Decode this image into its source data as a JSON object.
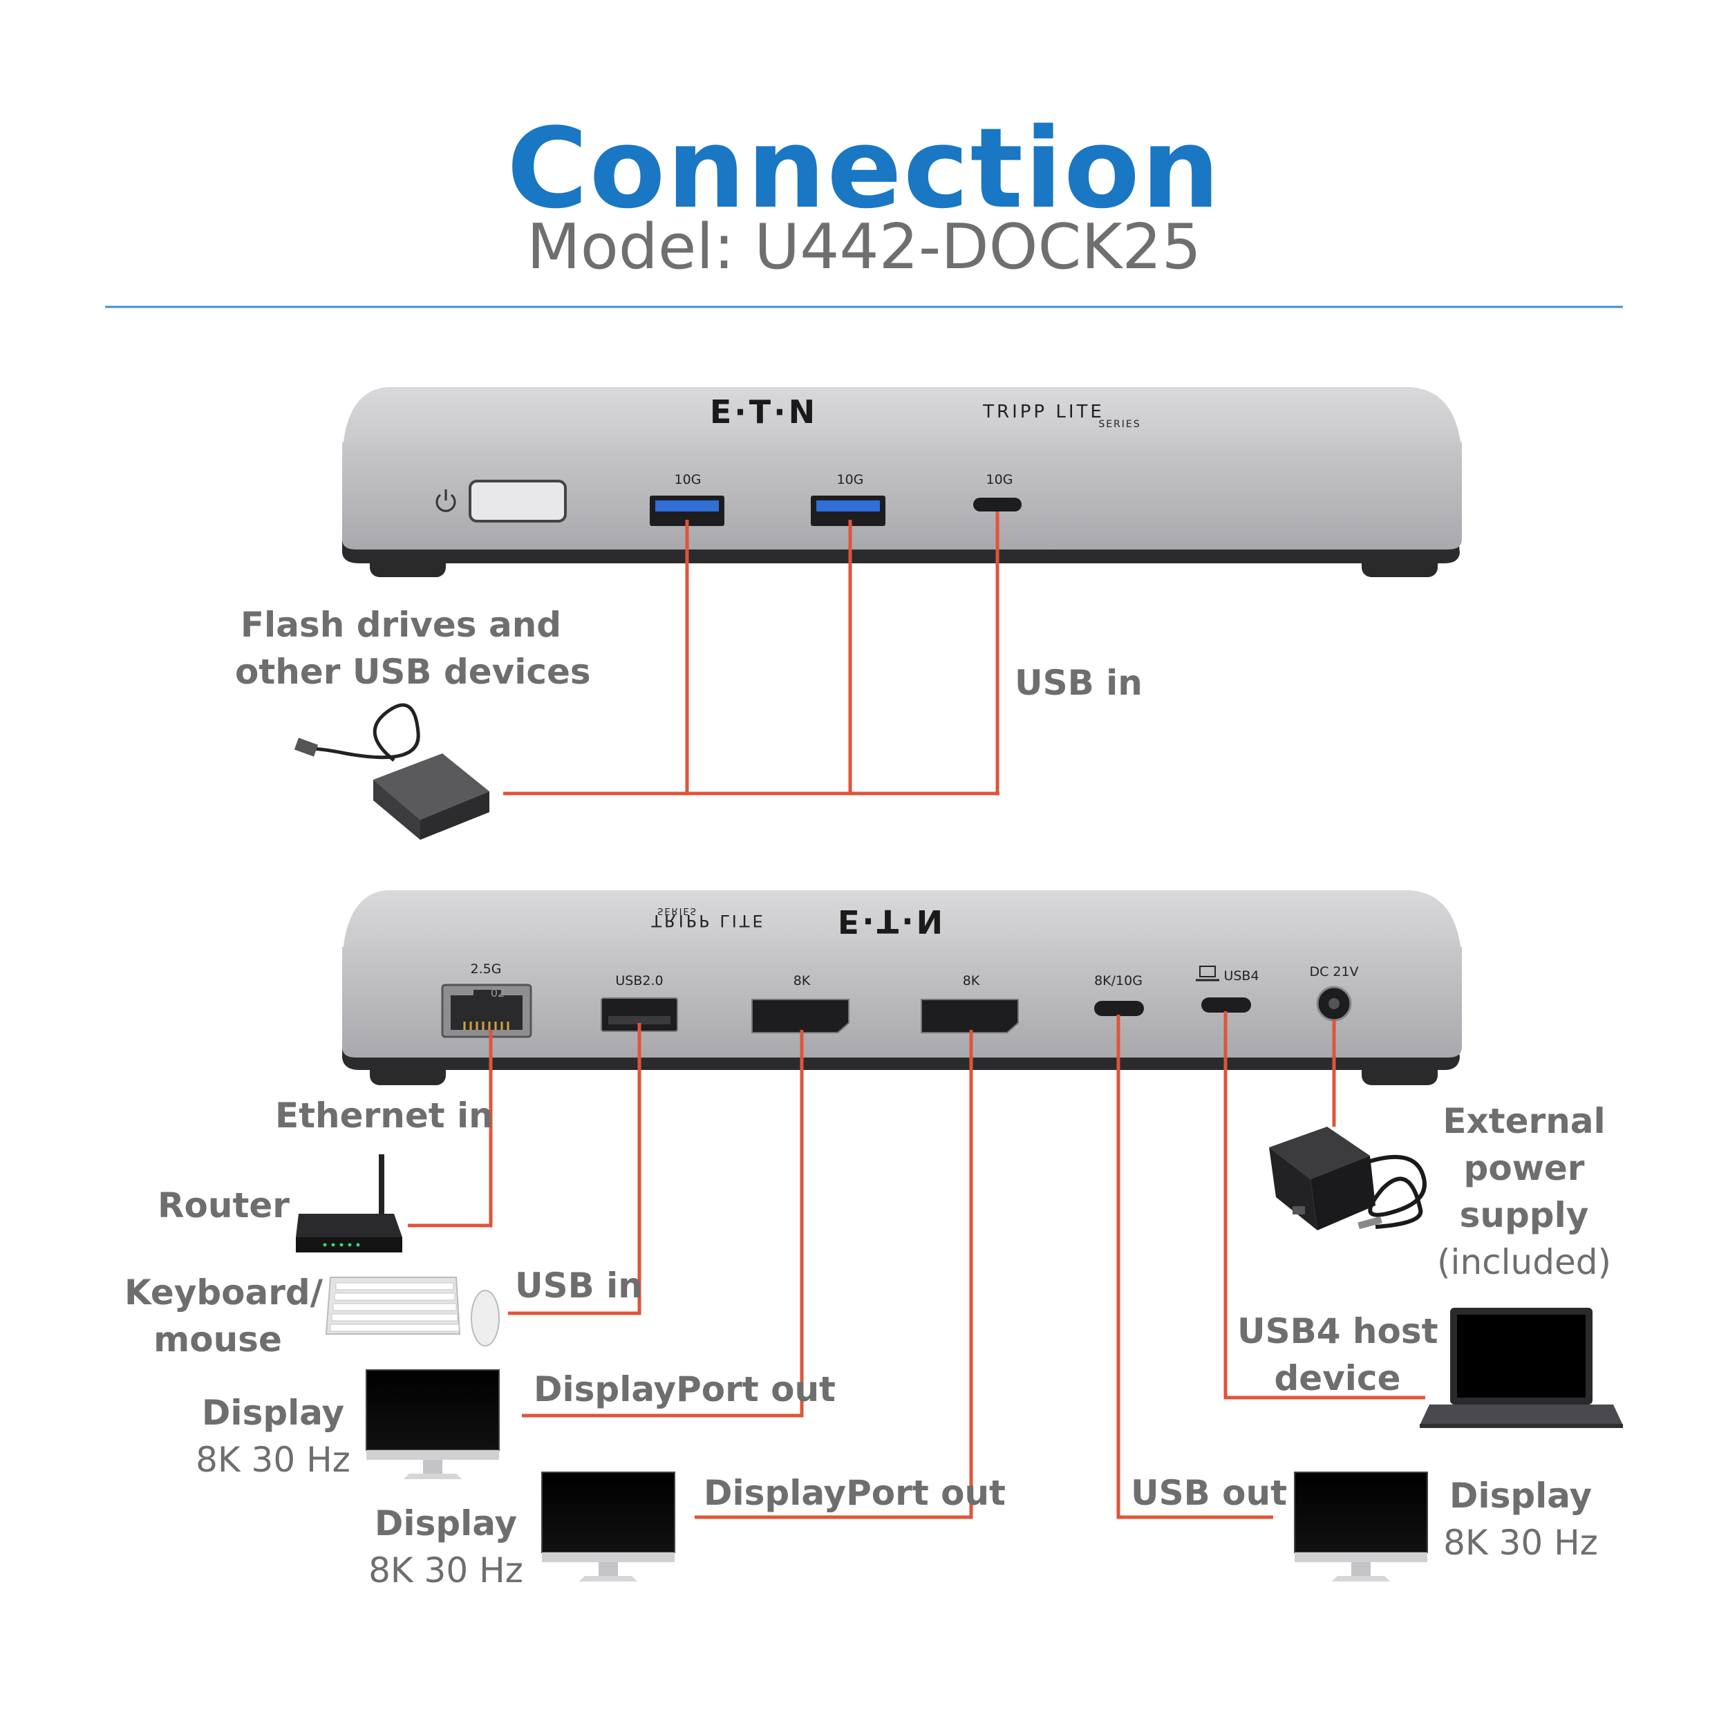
{
  "header": {
    "title": "Connection",
    "subtitle": "Model: U442-DOCK25"
  },
  "colors": {
    "accent_blue": "#1a77c3",
    "connector_line": "#e0543a",
    "label_gray": "#6e6e6e",
    "device_body": "#bdbdc0",
    "usb3_blue": "#2f6fd6"
  },
  "front_panel": {
    "brand": "E·T·N",
    "sub_brand": "TRIPP LITE",
    "sub_brand_series": "SERIES",
    "port_labels": [
      "10G",
      "10G",
      "10G"
    ],
    "icons": [
      "power-icon",
      "flash-drive-icon"
    ]
  },
  "rear_panel": {
    "brand": "E·T·N",
    "sub_brand": "TRIPP LITE",
    "sub_brand_series": "SERIES",
    "port_labels": {
      "ethernet": "2.5G",
      "ethernet_inner": "02",
      "usb2": "USB2.0",
      "dp1": "8K",
      "dp2": "8K",
      "usbc": "8K/10G",
      "usb4": "USB4",
      "dc": "DC 21V"
    },
    "icons": [
      "router-icon",
      "keyboard-icon",
      "mouse-icon",
      "monitor-icon",
      "laptop-icon",
      "power-adapter-icon"
    ]
  },
  "labels": {
    "flash_line1": "Flash drives and",
    "flash_line2": "other USB devices",
    "usb_in_front": "USB in",
    "ethernet_in": "Ethernet in",
    "router": "Router",
    "keyboard_line1": "Keyboard/",
    "keyboard_line2": "mouse",
    "usb_in_rear": "USB in",
    "display1_name": "Display",
    "display1_spec": "8K 30 Hz",
    "dp_out1": "DisplayPort out",
    "display2_name": "Display",
    "display2_spec": "8K 30 Hz",
    "dp_out2": "DisplayPort out",
    "usb_out": "USB out",
    "display3_name": "Display",
    "display3_spec": "8K 30 Hz",
    "ext_line1": "External",
    "ext_line2": "power",
    "ext_line3": "supply",
    "ext_line4": "(included)",
    "usb4_line1": "USB4 host",
    "usb4_line2": "device"
  }
}
